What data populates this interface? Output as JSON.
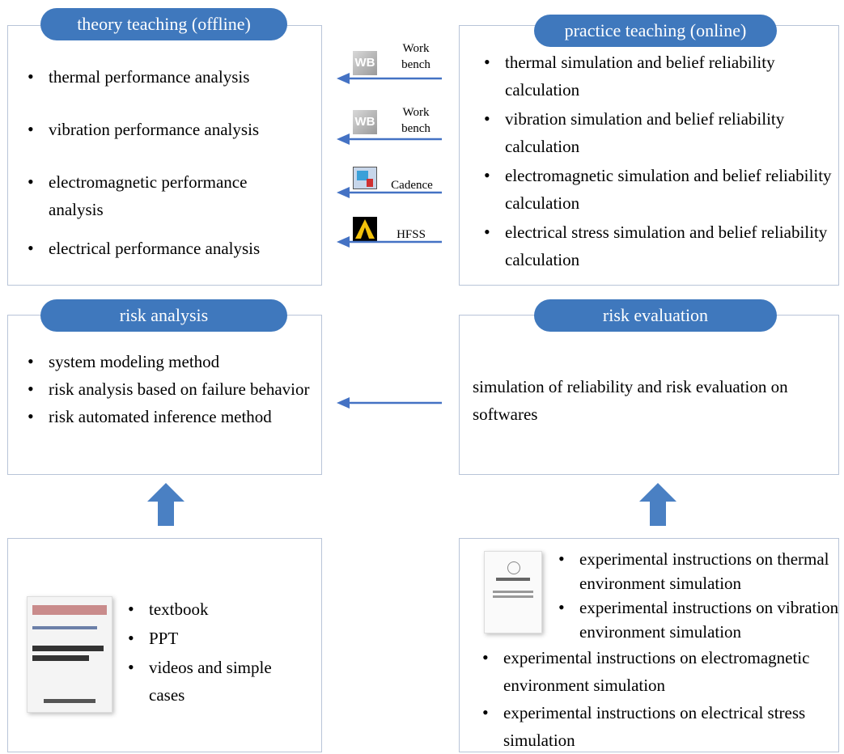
{
  "theory": {
    "title": "theory teaching (offline)",
    "items": [
      "thermal performance analysis",
      "vibration performance analysis",
      "electromagnetic performance analysis",
      "electrical performance analysis"
    ]
  },
  "practice": {
    "title": "practice teaching (online)",
    "items": [
      "thermal simulation and belief reliability calculation",
      "vibration simulation and belief reliability calculation",
      "electromagnetic simulation and belief reliability calculation",
      "electrical stress simulation and belief reliability calculation"
    ]
  },
  "tools": {
    "wb1_line1": "Work",
    "wb1_line2": "bench",
    "wb2_line1": "Work",
    "wb2_line2": "bench",
    "cadence": "Cadence",
    "hfss": "HFSS",
    "wb_glyph": "WB"
  },
  "risk_analysis": {
    "title": "risk analysis",
    "items": [
      "system modeling method",
      "risk analysis based on failure behavior",
      "risk automated inference method"
    ]
  },
  "risk_evaluation": {
    "title": "risk evaluation",
    "text": "simulation of reliability and risk evaluation on softwares"
  },
  "resources_left": {
    "items": [
      "textbook",
      "PPT",
      "videos and simple cases"
    ]
  },
  "resources_right": {
    "items": [
      "experimental instructions on thermal environment simulation",
      "experimental instructions on vibration environment simulation",
      "experimental instructions on electromagnetic environment simulation",
      "experimental instructions on electrical stress simulation"
    ]
  },
  "colors": {
    "accent": "#3f78bd",
    "border": "#b8c4d8",
    "arrow": "#4472c4"
  }
}
